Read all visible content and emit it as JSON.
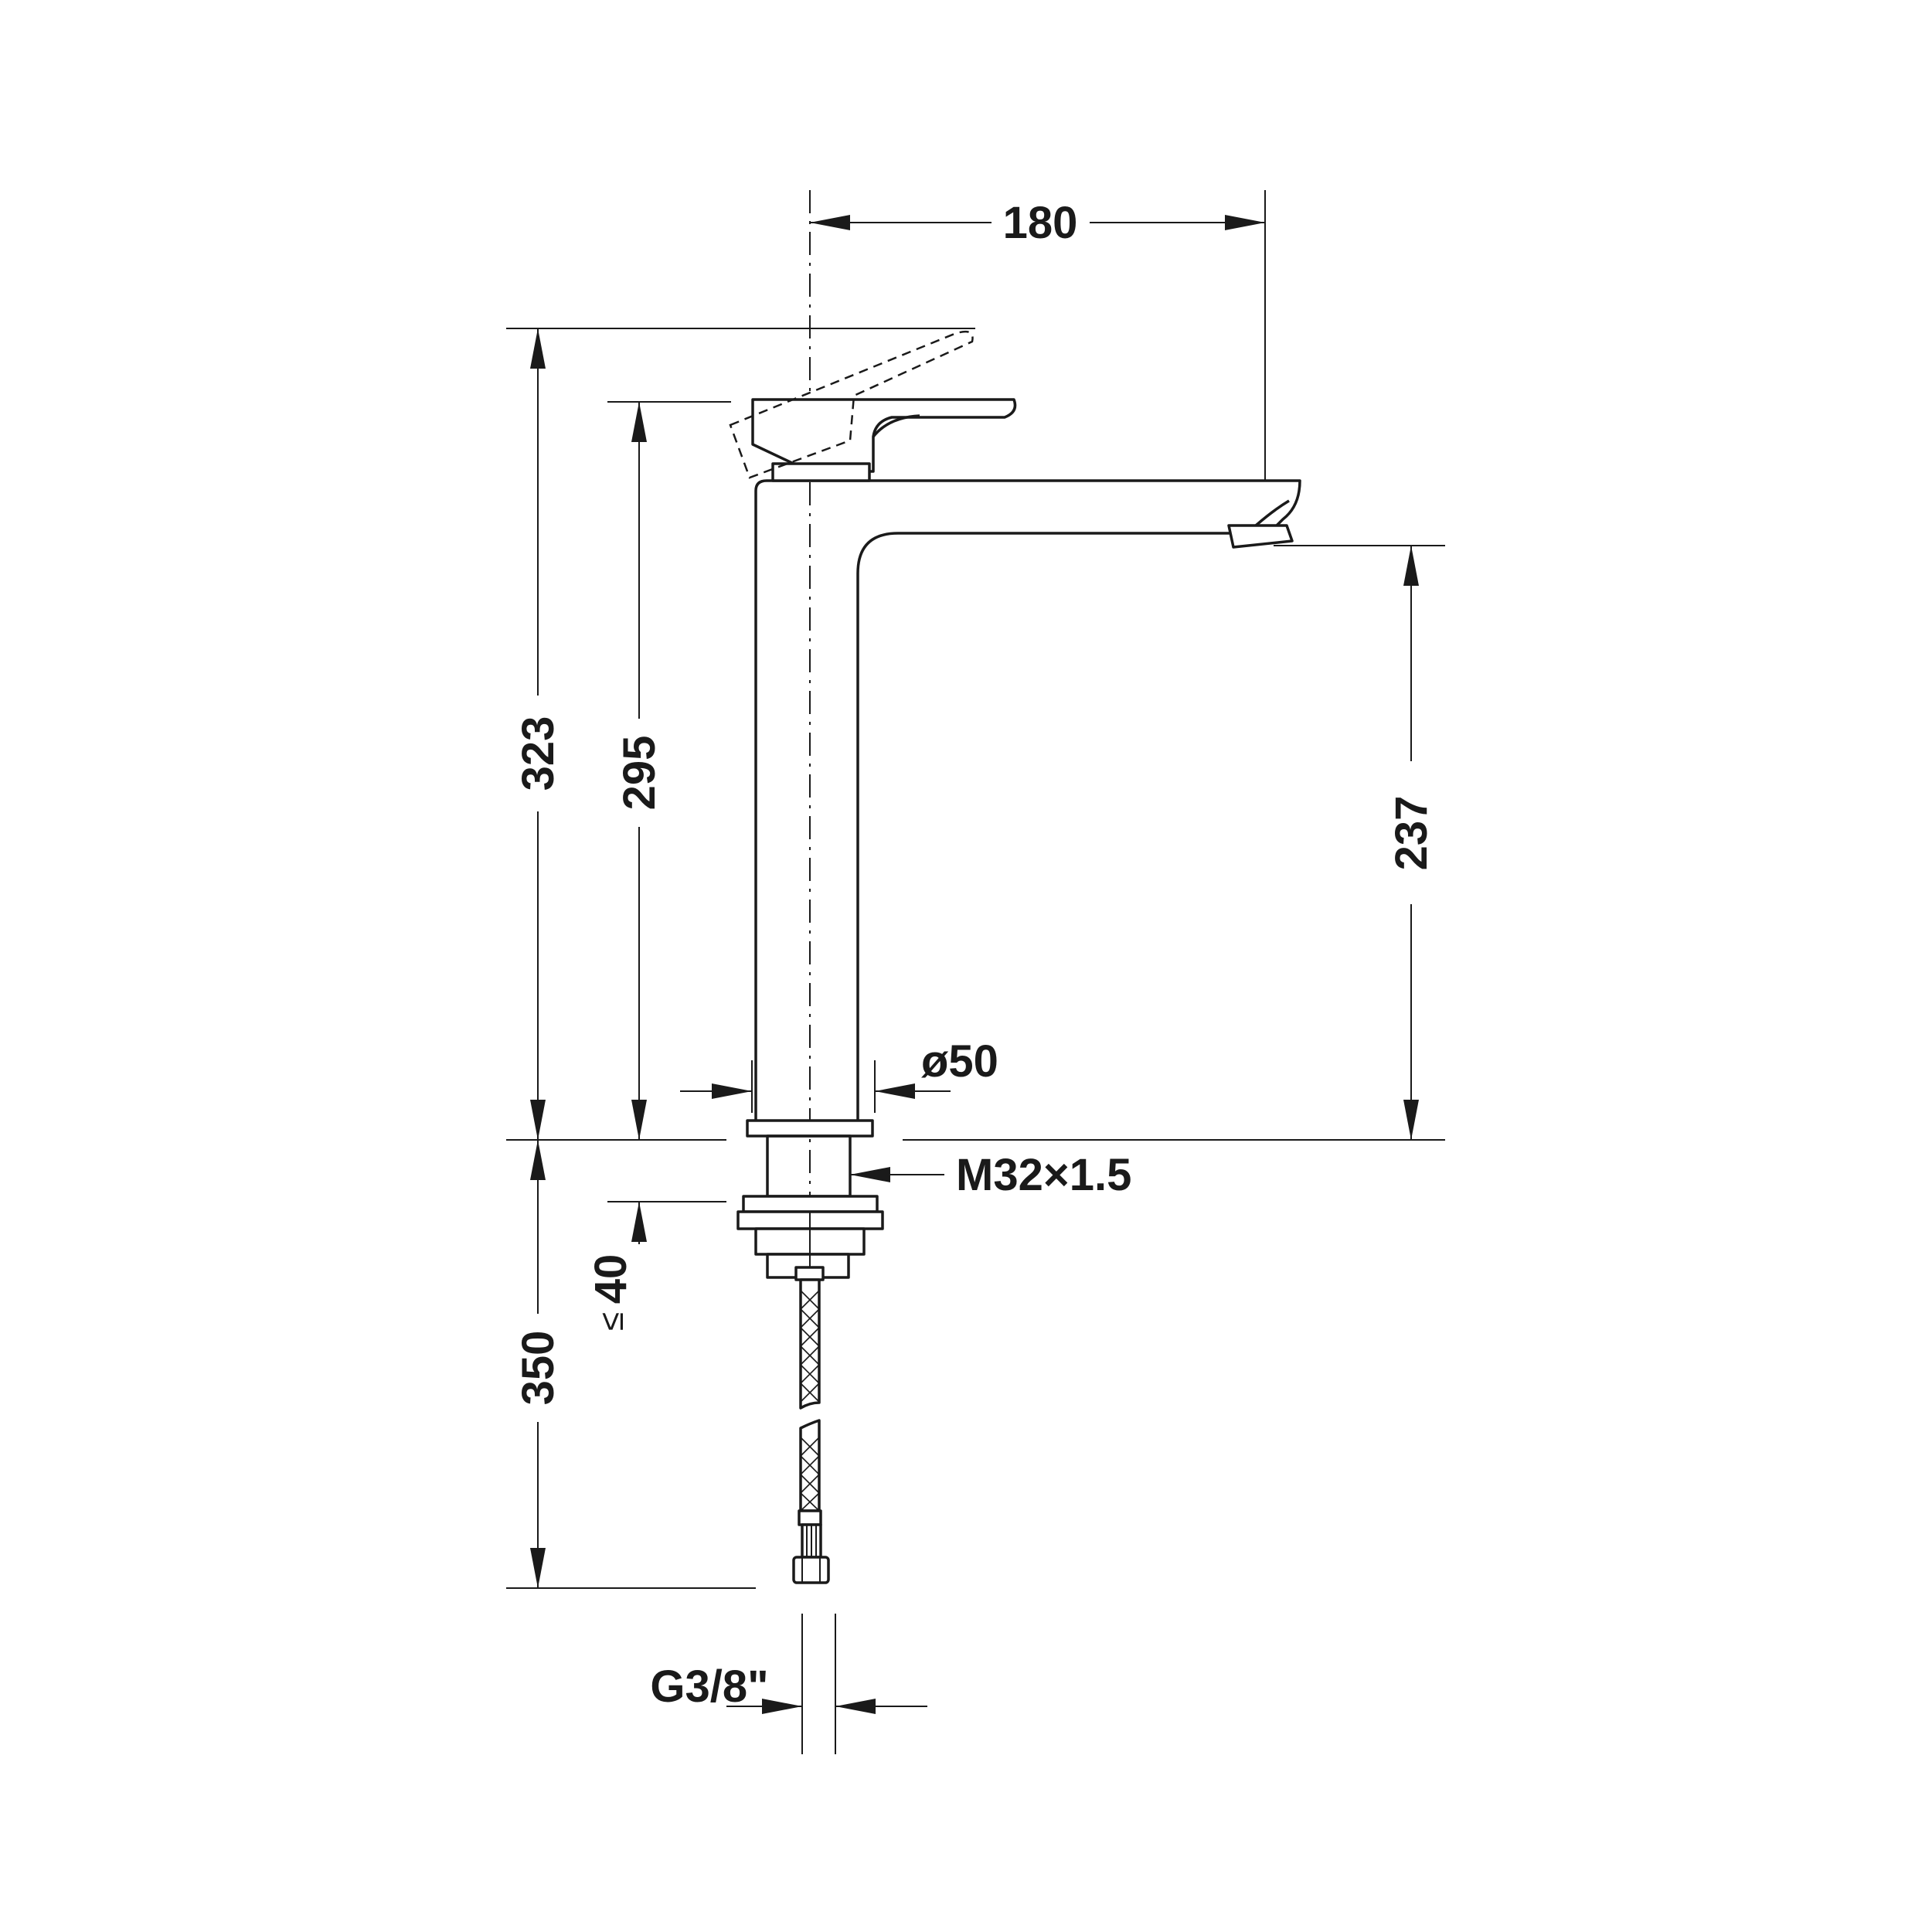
{
  "dimensions": {
    "spout_reach": "180",
    "total_height": "323",
    "height_to_handle": "295",
    "spout_height": "237",
    "body_diameter": "ø50",
    "thread": "M32×1.5",
    "max_countertop": "40",
    "max_countertop_symbol": "≤",
    "hose_length": "350",
    "connection_thread": "G3/8\""
  }
}
